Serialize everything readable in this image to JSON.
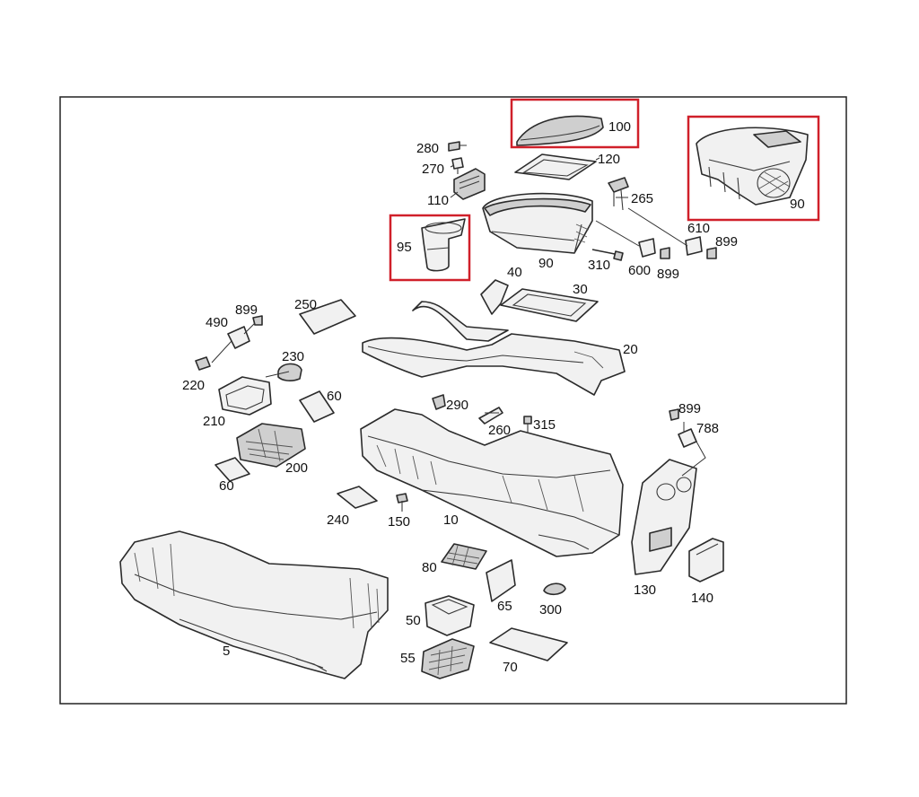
{
  "diagram": {
    "highlight_color": "#d0202a",
    "callouts": [
      {
        "id": "c100",
        "text": "100"
      },
      {
        "id": "c90a",
        "text": "90"
      },
      {
        "id": "c95",
        "text": "95"
      },
      {
        "id": "c280",
        "text": "280"
      },
      {
        "id": "c270",
        "text": "270"
      },
      {
        "id": "c110",
        "text": "110"
      },
      {
        "id": "c120",
        "text": "120"
      },
      {
        "id": "c265",
        "text": "265"
      },
      {
        "id": "c90b",
        "text": "90"
      },
      {
        "id": "c310",
        "text": "310"
      },
      {
        "id": "c600",
        "text": "600"
      },
      {
        "id": "c899a",
        "text": "899"
      },
      {
        "id": "c610",
        "text": "610"
      },
      {
        "id": "c899b",
        "text": "899"
      },
      {
        "id": "c40",
        "text": "40"
      },
      {
        "id": "c30",
        "text": "30"
      },
      {
        "id": "c250",
        "text": "250"
      },
      {
        "id": "c899c",
        "text": "899"
      },
      {
        "id": "c490",
        "text": "490"
      },
      {
        "id": "c230",
        "text": "230"
      },
      {
        "id": "c220",
        "text": "220"
      },
      {
        "id": "c20",
        "text": "20"
      },
      {
        "id": "c60a",
        "text": "60"
      },
      {
        "id": "c210",
        "text": "210"
      },
      {
        "id": "c290",
        "text": "290"
      },
      {
        "id": "c260",
        "text": "260"
      },
      {
        "id": "c315",
        "text": "315"
      },
      {
        "id": "c899d",
        "text": "899"
      },
      {
        "id": "c788",
        "text": "788"
      },
      {
        "id": "c200",
        "text": "200"
      },
      {
        "id": "c60b",
        "text": "60"
      },
      {
        "id": "c240",
        "text": "240"
      },
      {
        "id": "c150",
        "text": "150"
      },
      {
        "id": "c10",
        "text": "10"
      },
      {
        "id": "c80",
        "text": "80"
      },
      {
        "id": "c65",
        "text": "65"
      },
      {
        "id": "c300",
        "text": "300"
      },
      {
        "id": "c130",
        "text": "130"
      },
      {
        "id": "c140",
        "text": "140"
      },
      {
        "id": "c50",
        "text": "50"
      },
      {
        "id": "c5",
        "text": "5"
      },
      {
        "id": "c55",
        "text": "55"
      },
      {
        "id": "c70",
        "text": "70"
      }
    ]
  }
}
